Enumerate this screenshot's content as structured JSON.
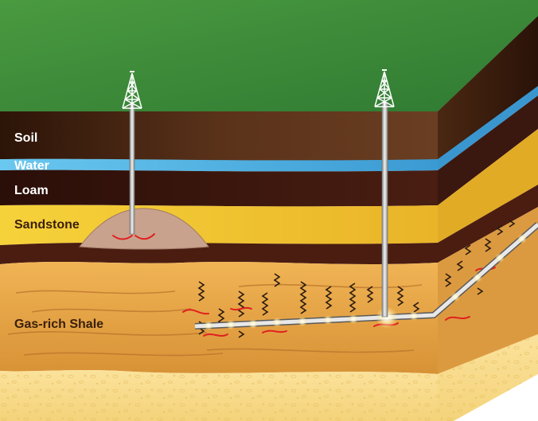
{
  "diagram": {
    "labels": {
      "soil": "Soil",
      "water": "Water",
      "loam": "Loam",
      "sandstone": "Sandstone",
      "shale": "Gas-rich Shale"
    },
    "colors": {
      "surface_grass": "#3e8a3a",
      "soil": "#4a2a18",
      "water": "#4fb4e6",
      "loam": "#3a1a12",
      "sandstone": "#f1c232",
      "cap_rock": "#4a1d10",
      "shale": "#e3a248",
      "bedrock": "#f7dc8c",
      "pipe": "#c8c8c8",
      "fracture": "#2a1a10",
      "gas_flow": "#e02020",
      "glow": "#ffffff"
    },
    "icons": {
      "left_rig": "drilling-rig-icon",
      "right_rig": "drilling-rig-icon"
    }
  }
}
